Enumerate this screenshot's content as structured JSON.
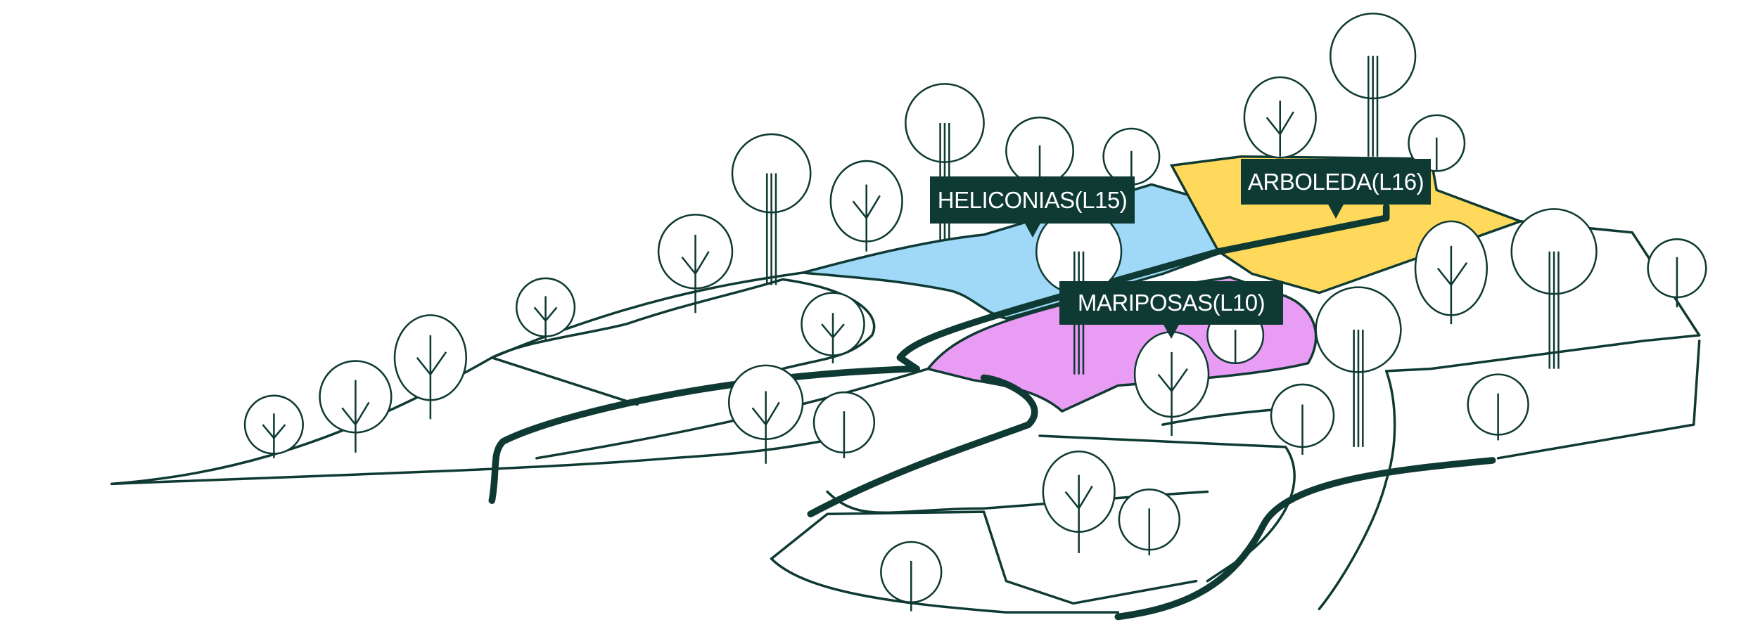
{
  "lots": [
    {
      "name": "HELICONIAS(L15)",
      "color": "#9fd9f7"
    },
    {
      "name": "ARBOLEDA(L16)",
      "color": "#ffd95c"
    },
    {
      "name": "MARIPOSAS(L10)",
      "color": "#e99cf4"
    }
  ],
  "colors": {
    "ink": "#0f3a33",
    "background": "#ffffff"
  }
}
